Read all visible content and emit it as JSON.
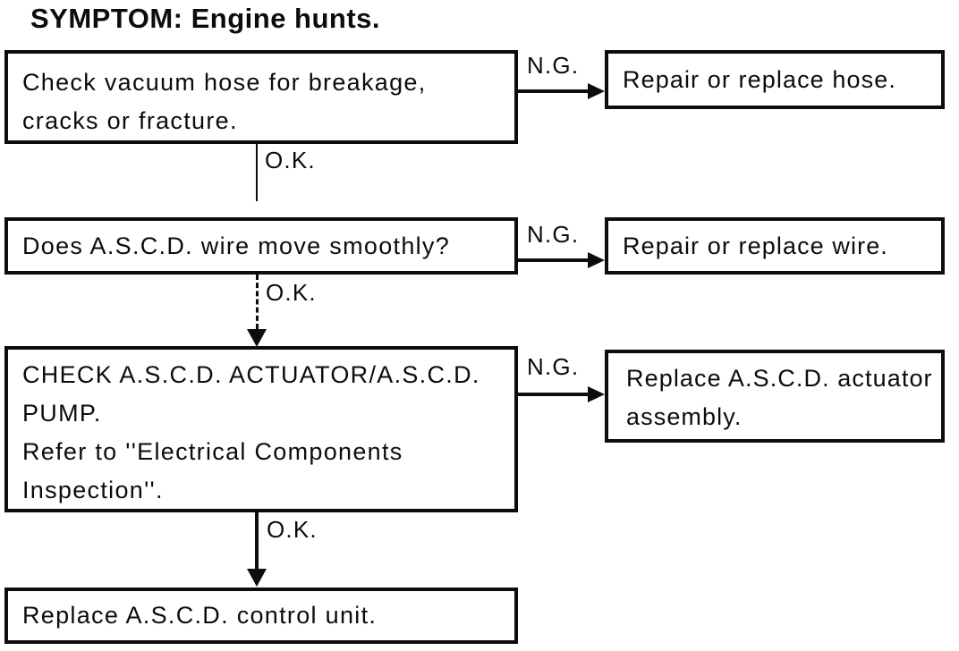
{
  "title": "SYMPTOM: Engine hunts.",
  "labels": {
    "ok": "O.K.",
    "ng": "N.G."
  },
  "flow": {
    "steps": [
      {
        "check": [
          "Check vacuum hose for breakage,",
          "cracks or fracture."
        ],
        "ng_action": [
          "Repair or replace hose."
        ]
      },
      {
        "check": [
          "Does A.S.C.D. wire move smoothly?"
        ],
        "ng_action": [
          "Repair or replace wire."
        ]
      },
      {
        "check": [
          "CHECK A.S.C.D. ACTUATOR/A.S.C.D.",
          "PUMP.",
          "Refer to ''Electrical Components",
          "Inspection''."
        ],
        "ng_action": [
          "Replace A.S.C.D. actuator",
          "assembly."
        ]
      }
    ],
    "final": "Replace A.S.C.D. control unit."
  }
}
